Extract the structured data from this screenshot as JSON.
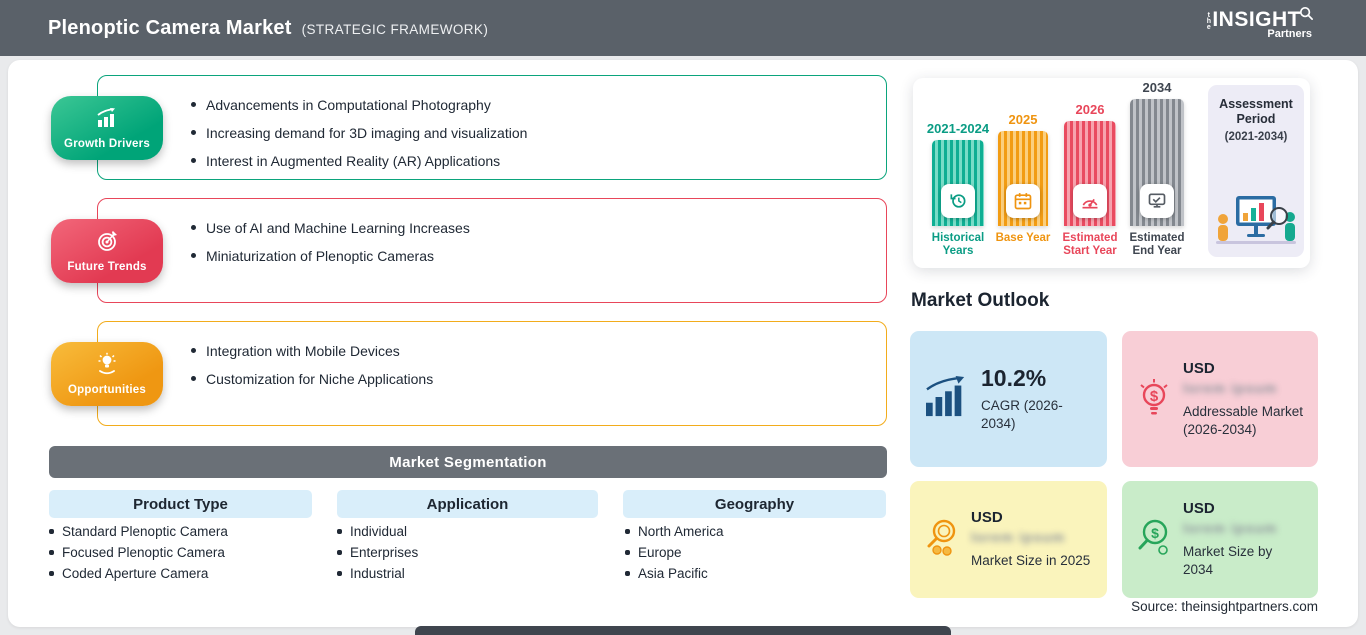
{
  "header": {
    "title": "Plenoptic Camera Market",
    "subtitle": "(STRATEGIC FRAMEWORK)",
    "logo_the": "the",
    "logo_main": "INSIGHT",
    "logo_sub": "Partners"
  },
  "drivers": {
    "label": "Growth Drivers",
    "items": [
      "Advancements in Computational Photography",
      "Increasing demand for 3D imaging and visualization",
      "Interest in Augmented Reality (AR) Applications"
    ]
  },
  "trends": {
    "label": "Future Trends",
    "items": [
      "Use of AI and Machine Learning Increases",
      "Miniaturization of Plenoptic Cameras"
    ]
  },
  "opportunities": {
    "label": "Opportunities",
    "items": [
      "Integration with Mobile Devices",
      "Customization for Niche Applications"
    ]
  },
  "segmentation": {
    "title": "Market Segmentation",
    "columns": [
      {
        "header": "Product Type",
        "items": [
          "Standard Plenoptic Camera",
          "Focused Plenoptic Camera",
          "Coded Aperture Camera"
        ]
      },
      {
        "header": "Application",
        "items": [
          "Individual",
          "Enterprises",
          "Industrial"
        ]
      },
      {
        "header": "Geography",
        "items": [
          "North America",
          "Europe",
          "Asia Pacific"
        ]
      }
    ]
  },
  "timeline": {
    "bars": [
      {
        "year": "2021-2024",
        "caption": "Historical Years"
      },
      {
        "year": "2025",
        "caption": "Base Year"
      },
      {
        "year": "2026",
        "caption": "Estimated Start Year"
      },
      {
        "year": "2034",
        "caption": "Estimated End Year"
      }
    ],
    "assessment_title": "Assessment Period",
    "assessment_range": "(2021-2034)"
  },
  "outlook": {
    "title": "Market Outlook",
    "cards": [
      {
        "value": "10.2%",
        "label": "CAGR (2026-2034)"
      },
      {
        "currency": "USD",
        "redacted": "lorem ipsum",
        "label": "Addressable Market (2026-2034)"
      },
      {
        "currency": "USD",
        "redacted": "lorem ipsum",
        "label": "Market Size in 2025"
      },
      {
        "currency": "USD",
        "redacted": "lorem ipsum",
        "label": "Market Size by 2034"
      }
    ]
  },
  "source": "Source: theinsightpartners.com"
}
